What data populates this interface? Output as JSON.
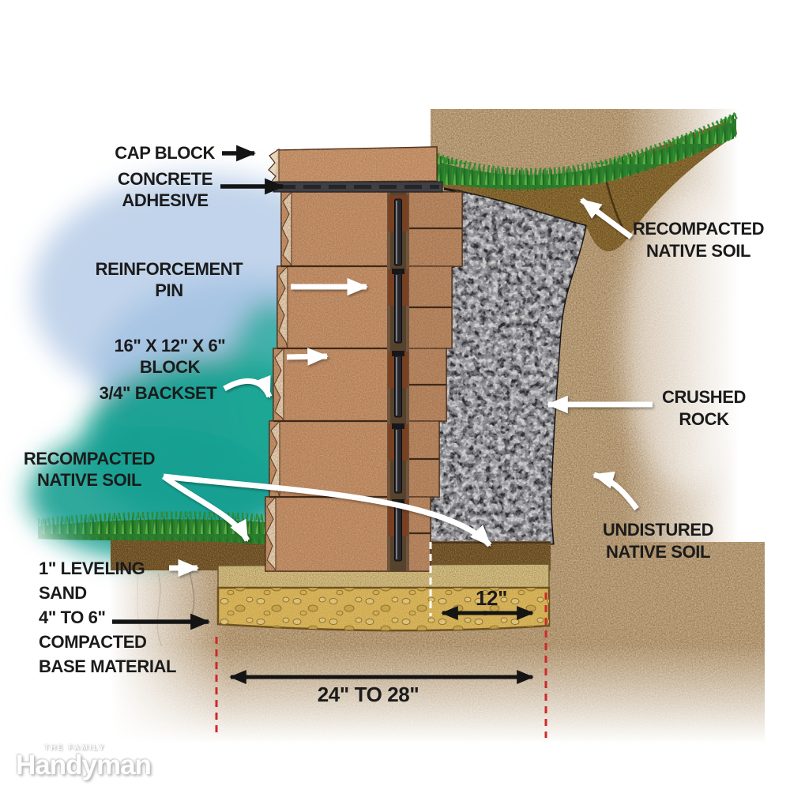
{
  "labels": {
    "cap_block": "CAP BLOCK",
    "concrete_adhesive_1": "CONCRETE",
    "concrete_adhesive_2": "ADHESIVE",
    "reinforcement_pin_1": "REINFORCEMENT",
    "reinforcement_pin_2": "PIN",
    "block_size_1": "16\" X 12\" X 6\"",
    "block_size_2": "BLOCK",
    "backset": "3/4\" BACKSET",
    "recompacted_left_1": "RECOMPACTED",
    "recompacted_left_2": "NATIVE SOIL",
    "leveling_sand_1": "1\" LEVELING",
    "leveling_sand_2": "SAND",
    "base_material_1": "4\" TO 6\"",
    "base_material_2": "COMPACTED",
    "base_material_3": "BASE MATERIAL",
    "recompacted_right_1": "RECOMPACTED",
    "recompacted_right_2": "NATIVE SOIL",
    "crushed_rock_1": "CRUSHED",
    "crushed_rock_2": "ROCK",
    "undisturbed_1": "UNDISTURED",
    "undisturbed_2": "NATIVE SOIL"
  },
  "dimensions": {
    "rock_depth": "12\"",
    "excavation_width": "24\" TO 28\""
  },
  "logo": {
    "tagline": "THE FAMILY",
    "name": "Handyman"
  },
  "colors": {
    "background": "#ffffff",
    "label_text": "#1b1b1b",
    "block_fill": "#c08a61",
    "block_edge": "#e8d6ba",
    "adhesive": "#3f3f44",
    "pin_dark": "#26262b",
    "pin_channel": "#6e543c",
    "pin_rust": "#7c4020",
    "crushed_rock_base": "#2b2b2e",
    "rock_speckle": "#d8d8d8",
    "soil_base": "#bca079",
    "topsoil_dark": "#5f431f",
    "topsoil_gold": "#8a6a30",
    "sand_fill": "#d8c387",
    "base_fill": "#dcb95e",
    "grass_dark": "#1e6b23",
    "grass_mid": "#2f8a2f",
    "grass_light": "#5cb044",
    "water_blue": "#b7cde8",
    "water_teal": "#17a091",
    "dashed_red": "#cc2a2a",
    "arrow_white": "#ffffff",
    "arrow_black": "#141414"
  }
}
